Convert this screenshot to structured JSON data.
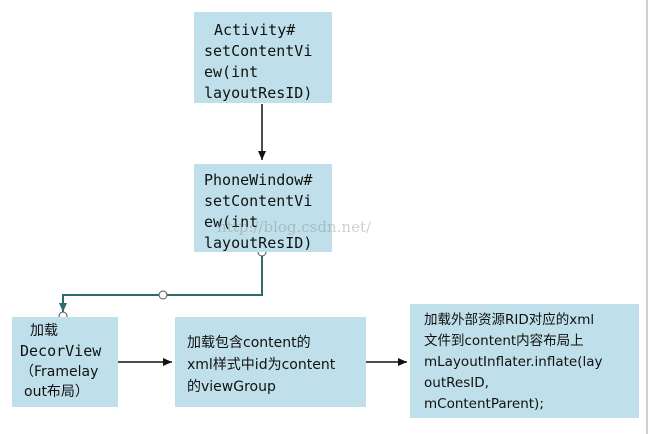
{
  "nodes": {
    "activity": {
      "lines": [
        "Activity#",
        "setContentVi",
        "ew(int",
        "layoutResID)"
      ]
    },
    "phonewindow": {
      "lines": [
        "PhoneWindow#",
        "setContentVi",
        "ew(int",
        "layoutResID)"
      ]
    },
    "decorview": {
      "lines": [
        "加载",
        "DecorView",
        "（Framelay",
        "out布局）"
      ]
    },
    "content": {
      "lines": [
        "加载包含content的",
        "xml样式中id为content",
        "的viewGroup"
      ]
    },
    "external": {
      "lines": [
        "加载外部资源RID对应的xml",
        "文件到content内容布局上",
        "mLayoutInflater.inflate(lay",
        "outResID,",
        "mContentParent);"
      ]
    }
  },
  "watermark": "http://blog.csdn.net/",
  "colors": {
    "node_fill": "#bfe0ea",
    "arrow": "#111111",
    "connector": "#2f6b6b"
  }
}
